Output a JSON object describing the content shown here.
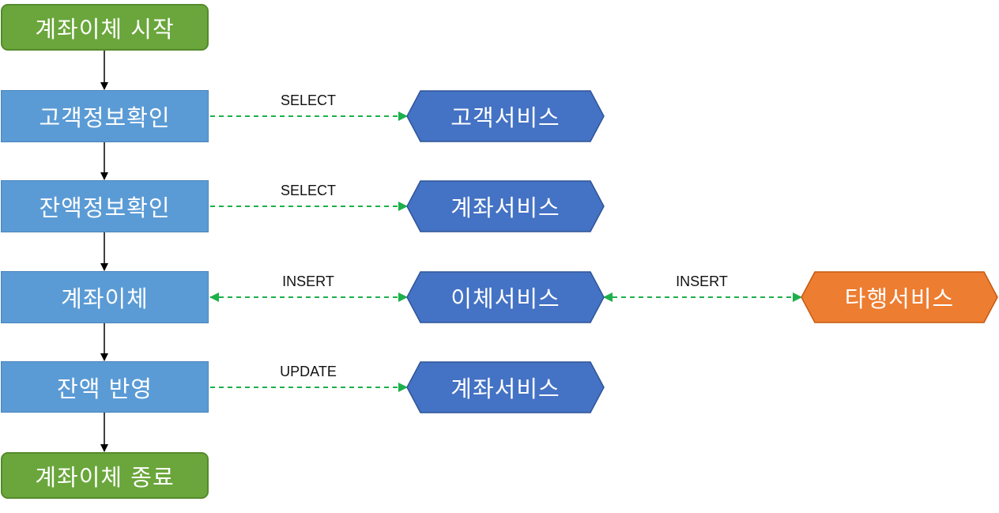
{
  "flow": {
    "start": "계좌이체 시작",
    "steps": [
      "고객정보확인",
      "잔액정보확인",
      "계좌이체",
      "잔액 반영"
    ],
    "end": "계좌이체 종료"
  },
  "links": [
    {
      "op": "SELECT",
      "service": "고객서비스"
    },
    {
      "op": "SELECT",
      "service": "계좌서비스"
    },
    {
      "op": "INSERT",
      "service": "이체서비스"
    },
    {
      "op": "UPDATE",
      "service": "계좌서비스"
    }
  ],
  "external": {
    "op": "INSERT",
    "service": "타행서비스"
  },
  "colors": {
    "terminal": "#6aa63b",
    "process": "#5b9bd5",
    "service": "#4472c4",
    "external": "#ed7d31",
    "dashed_arrow": "#1db04b"
  }
}
